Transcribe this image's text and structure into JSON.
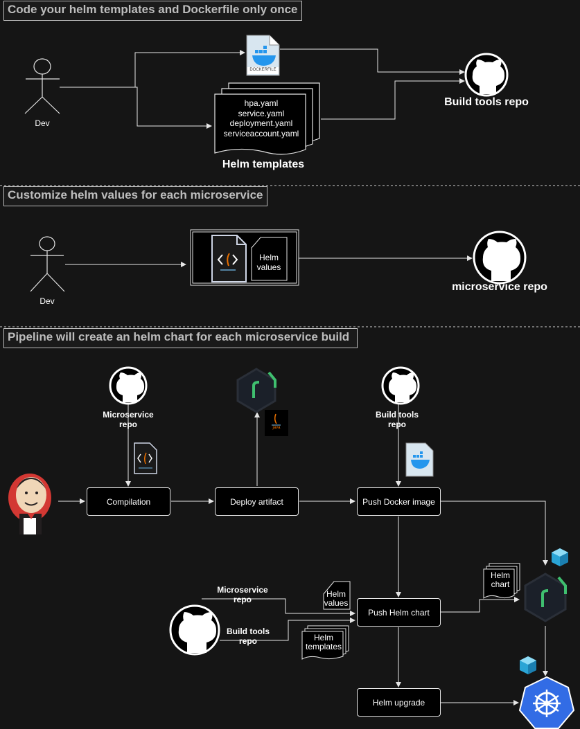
{
  "sections": {
    "s1": "Code your helm templates and Dockerfile only once",
    "s2": "Customize helm values for each microservice",
    "s3": "Pipeline will create an helm chart for each microservice build"
  },
  "s1": {
    "dev": "Dev",
    "dockerfile_tag": "DOCKERFILE",
    "templates": [
      "hpa.yaml",
      "service.yaml",
      "deployment.yaml",
      "serviceaccount.yaml"
    ],
    "templates_caption": "Helm templates",
    "repo_caption": "Build tools repo"
  },
  "s2": {
    "dev": "Dev",
    "values_label": "Helm\nvalues",
    "repo_caption": "microservice repo"
  },
  "s3": {
    "ms_repo": "Microservice\nrepo",
    "bt_repo": "Build tools\nrepo",
    "java_tag": "java",
    "steps": {
      "compilation": "Compilation",
      "deploy": "Deploy artifact",
      "push_docker": "Push Docker image",
      "push_helm": "Push Helm chart",
      "helm_upgrade": "Helm upgrade"
    },
    "lower_ms_repo": "Microservice\nrepo",
    "lower_bt_repo": "Build tools\nrepo",
    "helm_values": "Helm\nvalues",
    "helm_templates": "Helm\ntemplates",
    "helm_chart": "Helm\nchart"
  },
  "colors": {
    "background": "#151515",
    "line": "#e6e6e6",
    "section_border": "#bdbdbd",
    "github": "#000000",
    "docker_blue": "#2496ed",
    "kubernetes_blue": "#326ce5",
    "repo_green": "#3fbf6f",
    "jenkins_red": "#d33833",
    "cube_blue": "#2aa4d5"
  }
}
